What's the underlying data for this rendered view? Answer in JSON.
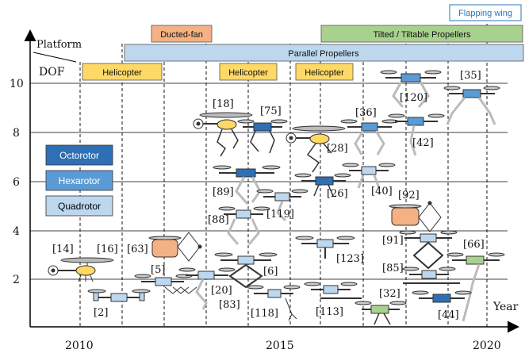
{
  "axes": {
    "y_title_top": "Platform",
    "y_title_bottom": "DOF",
    "x_title": "Year",
    "y_ticks": [
      "2",
      "4",
      "6",
      "8",
      "10"
    ],
    "x_ticks": [
      "2010",
      "2015",
      "2020"
    ]
  },
  "platform_bars": {
    "flapping_wing": "Flapping wing",
    "ducted_fan": "Ducted-fan",
    "tilted": "Tilted / Tiltable Propellers",
    "parallel": "Parallel Propellers",
    "helicopter_1": "Helicopter",
    "helicopter_2": "Helicopter",
    "helicopter_3": "Helicopter"
  },
  "legend": {
    "octorotor": "Octorotor",
    "hexarotor": "Hexarotor",
    "quadrotor": "Quadrotor"
  },
  "refs": {
    "r14": "[14]",
    "r16": "[16]",
    "r2": "[2]",
    "r63": "[63]",
    "r5": "[5]",
    "r20": "[20]",
    "r83": "[83]",
    "r6": "[6]",
    "r18": "[18]",
    "r75": "[75]",
    "r89": "[89]",
    "r88": "[88]",
    "r119": "[119]",
    "r118": "[118]",
    "r28": "[28]",
    "r26": "[26]",
    "r36": "[36]",
    "r40": "[40]",
    "r123": "[123]",
    "r113": "[113]",
    "r120": "[120]",
    "r35": "[35]",
    "r42": "[42]",
    "r92": "[92]",
    "r91": "[91]",
    "r85": "[85]",
    "r66": "[66]",
    "r32": "[32]",
    "r44": "[44]"
  },
  "colors": {
    "octorotor": "#2e6fb5",
    "hexarotor": "#5b9bd5",
    "quadrotor": "#bdd7ee",
    "helicopter": "#ffd966",
    "ducted_fan": "#f4b183",
    "tilted": "#a9d18e",
    "parallel": "#bdd7ee"
  }
}
